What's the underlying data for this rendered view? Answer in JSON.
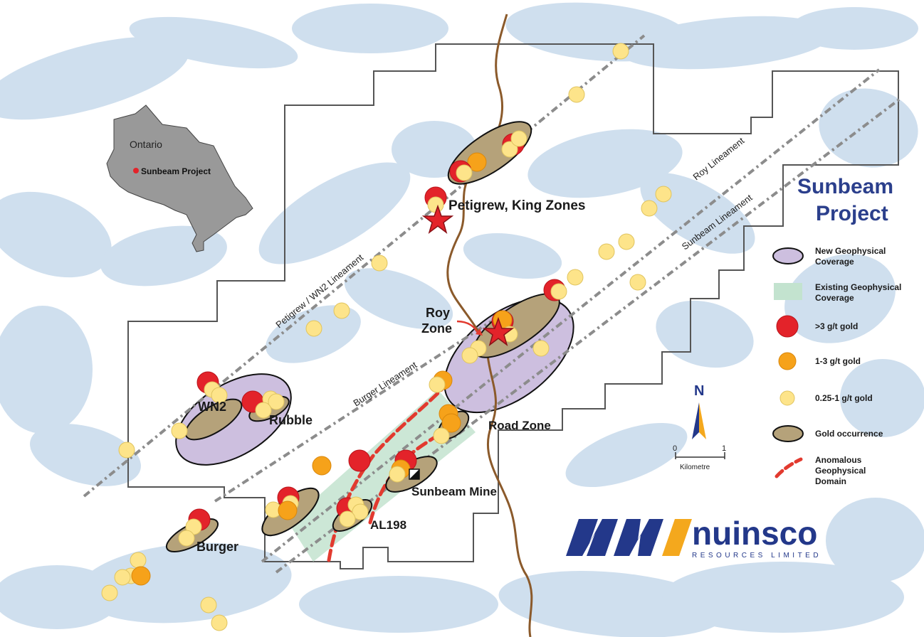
{
  "title": {
    "line1": "Sunbeam",
    "line2": "Project"
  },
  "colors": {
    "water": "#cfdfee",
    "property_outline": "#555555",
    "lineament": "#8c8c8c",
    "river": "#8b5a2b",
    "gold_occurrence": "#b5a27a",
    "new_coverage": "#cdbfdf",
    "existing_coverage": "#c3e3cf",
    "high_grade": "#e3232a",
    "mid_grade": "#f6a21a",
    "low_grade": "#fde48a",
    "anomalous_domain": "#e23a2f",
    "brand_navy": "#23388a",
    "brand_gold": "#f4a81d"
  },
  "inset": {
    "province": "Ontario",
    "project": "Sunbeam Project"
  },
  "lineaments": {
    "petigrew": "Petigrew / WN2 Lineament",
    "burger": "Burger Lineament",
    "roy": "Roy Lineament",
    "sunbeam": "Sunbeam Lineament"
  },
  "zones": {
    "petigrew_king": "Petigrew, King Zones",
    "roy_line1": "Roy",
    "roy_line2": "Zone",
    "wn2": "WN2",
    "rubble": "Rubble",
    "road": "Road Zone",
    "sunbeam_mine": "Sunbeam Mine",
    "al198": "AL198",
    "burger": "Burger"
  },
  "legend": {
    "new_geo_1": "New Geophysical",
    "new_geo_2": "Coverage",
    "existing_geo_1": "Existing Geophysical",
    "existing_geo_2": "Coverage",
    "high": ">3 g/t gold",
    "mid": "1-3 g/t gold",
    "low": "0.25-1 g/t gold",
    "occurrence": "Gold occurrence",
    "anom_1": "Anomalous",
    "anom_2": "Geophysical",
    "anom_3": "Domain"
  },
  "scale": {
    "north": "N",
    "zero": "0",
    "one": "1",
    "unit": "Kilometre"
  },
  "brand": {
    "name": "nuinsco",
    "tagline": "RESOURCES LIMITED"
  }
}
